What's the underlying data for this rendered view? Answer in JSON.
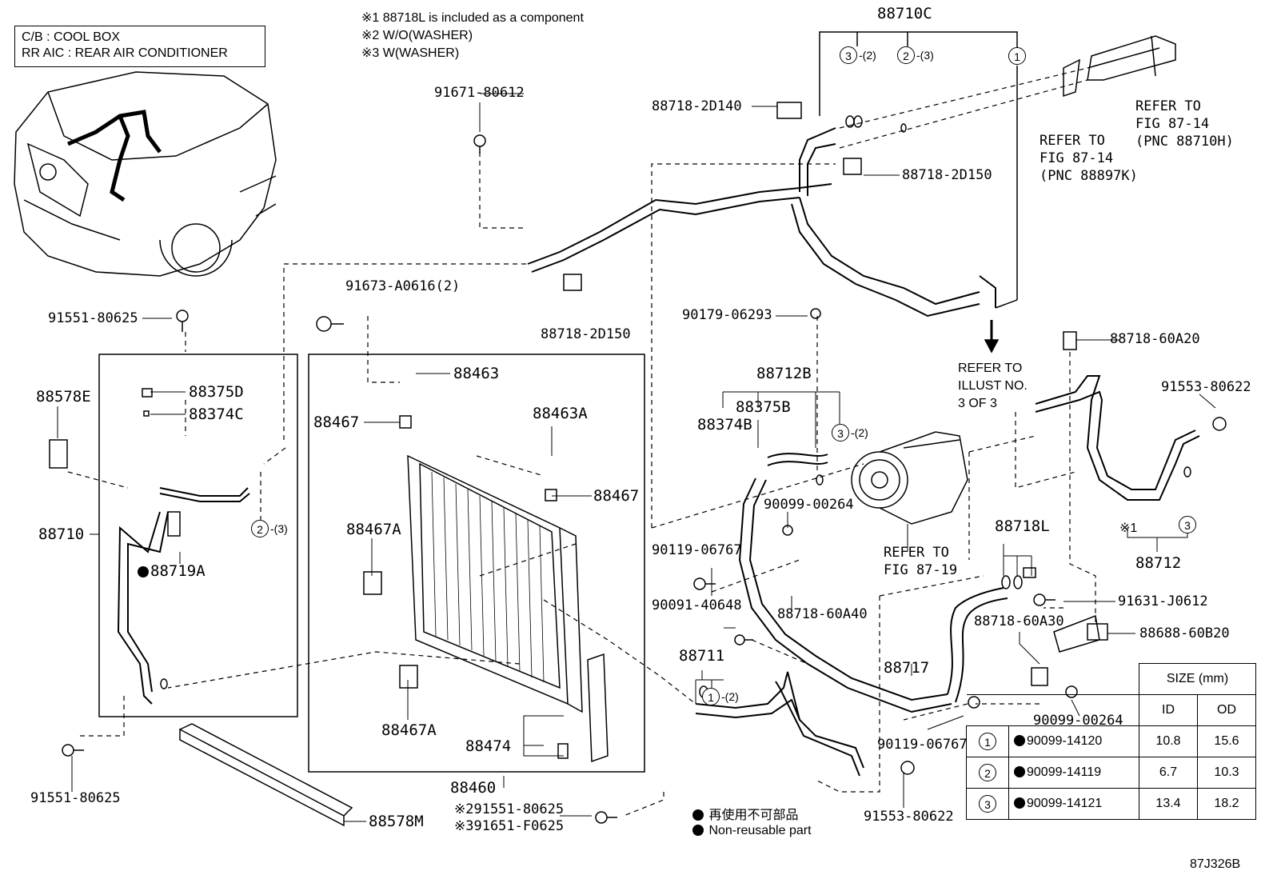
{
  "legend": {
    "line1": "C/B  :  COOL BOX",
    "line2": "RR AIC  :  REAR AIR CONDITIONER"
  },
  "notes": {
    "n1": "※1 88718L is included as a component",
    "n2": "※2 W/O(WASHER)",
    "n3": "※3 W(WASHER)"
  },
  "parts": {
    "p88710C": "88710C",
    "p91671": "91671-80612",
    "p88718_2D140": "88718-2D140",
    "p88718_2D150a": "88718-2D150",
    "p88718_2D150b": "88718-2D150",
    "p91673": "91673-A0616(2)",
    "p91551a": "91551-80625",
    "p91551b": "91551-80625",
    "p88578E": "88578E",
    "p88375D": "88375D",
    "p88374C": "88374C",
    "p88710": "88710",
    "p88719A": "88719A",
    "p88463": "88463",
    "p88467a": "88467",
    "p88463A": "88463A",
    "p88467b": "88467",
    "p88467Aa": "88467A",
    "p88467Ab": "88467A",
    "p88474": "88474",
    "p88460": "88460",
    "p88578M": "88578M",
    "p90179": "90179-06293",
    "p88712B": "88712B",
    "p88375B": "88375B",
    "p88374B": "88374B",
    "p90099_00264a": "90099-00264",
    "p90119a": "90119-06767",
    "p90091": "90091-40648",
    "p88718_60A40": "88718-60A40",
    "p88711": "88711",
    "p88717": "88717",
    "p88718L": "88718L",
    "p91631": "91631-J0612",
    "p88718_60A30": "88718-60A30",
    "p88688": "88688-60B20",
    "p90099_00264b": "90099-00264",
    "p90119b": "90119-06767",
    "p91553a": "91553-80622",
    "p91553b": "91553-80622",
    "p88718_60A20": "88718-60A20",
    "p88712": "88712",
    "bolt1": "※291551-80625",
    "bolt2": "※391651-F0625"
  },
  "refs": {
    "r1a": "REFER TO",
    "r1b": "FIG 87-14",
    "r1c": "(PNC 88710H)",
    "r2a": "REFER TO",
    "r2b": "FIG 87-14",
    "r2c": "(PNC 88897K)",
    "r3a": "REFER TO",
    "r3b": "ILLUST NO.",
    "r3c": "3 OF 3",
    "r4a": "REFER TO",
    "r4b": "FIG 87-19"
  },
  "callouts": {
    "c3": "3",
    "c2": "2",
    "c1": "1",
    "s2": "-(2)",
    "s3": "-(3)",
    "x1": "※1"
  },
  "size_table": {
    "header": "SIZE (mm)",
    "col_id": "ID",
    "col_od": "OD",
    "rows": [
      {
        "num": "1",
        "part": "90099-14120",
        "id": "10.8",
        "od": "15.6"
      },
      {
        "num": "2",
        "part": "90099-14119",
        "id": "6.7",
        "od": "10.3"
      },
      {
        "num": "3",
        "part": "90099-14121",
        "id": "13.4",
        "od": "18.2"
      }
    ]
  },
  "footer": {
    "jp": "再使用不可部品",
    "en": "Non-reusable part",
    "code": "87J326B"
  }
}
